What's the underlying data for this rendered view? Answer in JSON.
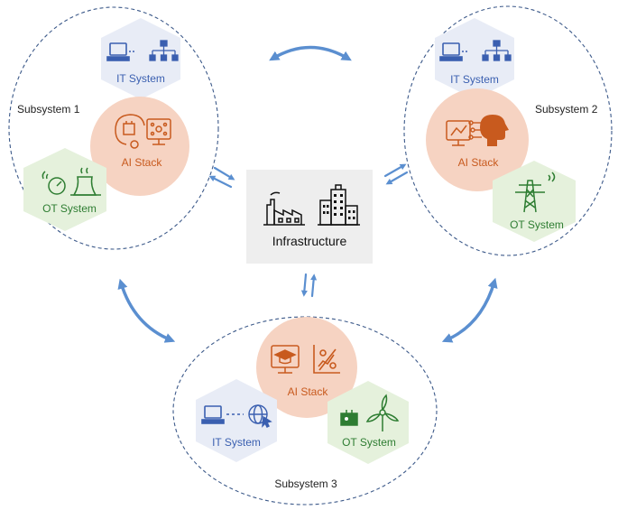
{
  "colors": {
    "subsystem_border": "#3d5a8a",
    "arrow": "#5b8fd0",
    "it_bg": "#e8ecf6",
    "it_text": "#3a5fb0",
    "ai_bg": "#f6d3c2",
    "ai_text": "#c85a1e",
    "ot_bg": "#e5f1dc",
    "ot_text": "#2e7d32",
    "infra_bg": "#eeeeee"
  },
  "infrastructure": {
    "label": "Infrastructure",
    "icons": [
      "factory-icon",
      "city-buildings-icon"
    ]
  },
  "subsystems": [
    {
      "label": "Subsystem 1",
      "it": {
        "label": "IT System",
        "icons": [
          "computer-icon",
          "network-hierarchy-icon"
        ]
      },
      "ai": {
        "label": "AI Stack",
        "icons": [
          "ai-head-chip-icon",
          "neural-network-monitor-icon"
        ]
      },
      "ot": {
        "label": "OT System",
        "icons": [
          "gauge-icon",
          "cooling-tower-icon"
        ]
      }
    },
    {
      "label": "Subsystem 2",
      "it": {
        "label": "IT System",
        "icons": [
          "computer-icon",
          "network-hierarchy-icon"
        ]
      },
      "ai": {
        "label": "AI Stack",
        "icons": [
          "analytics-monitor-icon",
          "ai-head-circuit-icon"
        ]
      },
      "ot": {
        "label": "OT System",
        "icons": [
          "power-tower-icon"
        ]
      }
    },
    {
      "label": "Subsystem 3",
      "it": {
        "label": "IT System",
        "icons": [
          "computer-icon",
          "globe-cursor-icon"
        ]
      },
      "ai": {
        "label": "AI Stack",
        "icons": [
          "education-monitor-icon",
          "percent-chart-icon"
        ]
      },
      "ot": {
        "label": "OT System",
        "icons": [
          "control-box-icon",
          "wind-turbine-icon"
        ]
      }
    }
  ]
}
